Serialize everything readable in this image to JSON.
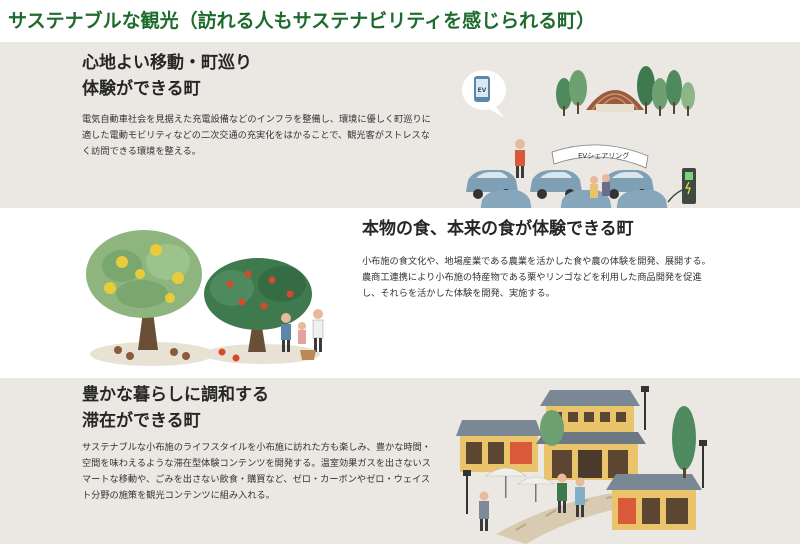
{
  "page": {
    "title": "サステナブルな観光（訪れる人もサステナビリティを感じられる町）"
  },
  "sections": [
    {
      "heading": "心地よい移動・町巡り\n体験ができる町",
      "body": "電気自動車社会を見据えた充電設備などのインフラを整備し、環境に優しく町巡りに適した電動モビリティなどの二次交通の充実化をはかることで、観光客がストレスなく訪問できる環境を整える。",
      "illustration": {
        "banner_text": "EVシェアリング",
        "phone_text": "EV",
        "icons": [
          "ev-car-icon",
          "charging-station-icon",
          "smartphone-icon",
          "tree-icon",
          "dome-building-icon",
          "person-icon"
        ]
      }
    },
    {
      "heading": "本物の食、本来の食が体験できる町",
      "body": "小布施の食文化や、地場産業である農業を活かした食や農の体験を開発、展開する。農商工連携により小布施の特産物である栗やリンゴなどを利用した商品開発を促進し、それらを活かした体験を開発、実施する。",
      "illustration": {
        "icons": [
          "chestnut-tree-icon",
          "apple-tree-icon",
          "chestnut-icon",
          "apple-icon",
          "person-icon",
          "basket-icon"
        ]
      }
    },
    {
      "heading": "豊かな暮らしに調和する\n滞在ができる町",
      "body": "サステナブルな小布施のライフスタイルを小布施に訪れた方も楽しみ、豊かな時間・空間を味わえるような滞在型体験コンテンツを開発する。温室効果ガスを出さないスマートな移動や、ごみを出さない飲食・購買など、ゼロ・カーボンやゼロ・ウェイスト分野の施策を観光コンテンツに組み入れる。",
      "illustration": {
        "icons": [
          "traditional-house-icon",
          "street-lamp-icon",
          "cypress-tree-icon",
          "parasol-icon",
          "person-icon",
          "stone-path-icon"
        ]
      }
    }
  ],
  "colors": {
    "title_green": "#1e6b2e",
    "band_bg": "#ebe8e3",
    "car_blue": "#7e9fb4",
    "tree_green": "#4f8a5e",
    "chestnut_yellow": "#e8cc3a",
    "apple_red": "#d64a2c",
    "roof_grey": "#7a8794",
    "wall_yellow": "#e9c46a"
  }
}
